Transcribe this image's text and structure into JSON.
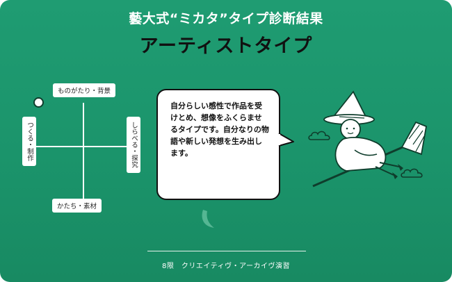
{
  "header": {
    "subtitle": "藝大式“ミカタ”タイプ診断結果",
    "title": "アーティストタイプ"
  },
  "chart": {
    "top_label": "ものがたり・背景",
    "bottom_label": "かたち・素材",
    "left_label": "つくる・制作",
    "right_label": "しらべる・探究"
  },
  "bubble": {
    "text": "自分らしい感性で作品を受けとめ、想像をふくらませるタイプです。自分なりの物語や新しい発想を生み出します。"
  },
  "footer": {
    "text": "8限　クリエイティヴ・アーカイヴ演習"
  },
  "colors": {
    "background": "#1f9c72",
    "title": "#111111",
    "subtitle": "#ffffff"
  }
}
